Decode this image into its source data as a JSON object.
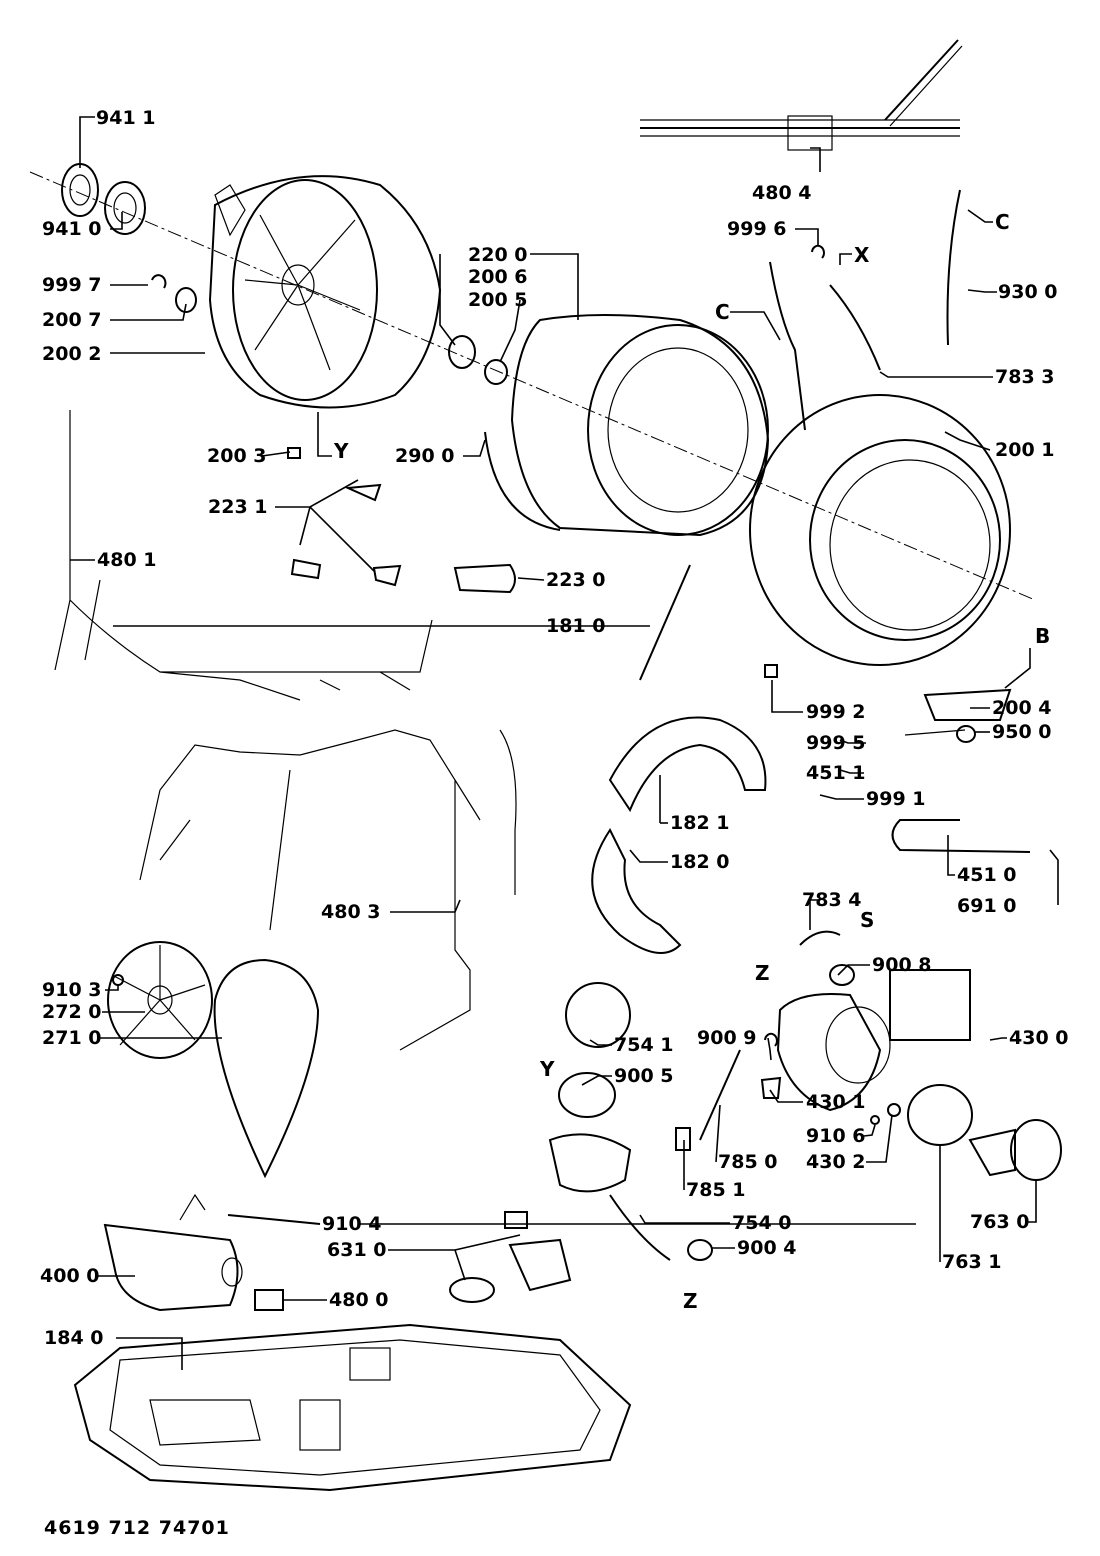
{
  "document_number": "4619 712 74701",
  "callouts": {
    "c9411": "941 1",
    "c9410": "941 0",
    "c9997": "999 7",
    "c2007": "200 7",
    "c2002": "200 2",
    "c2200": "220 0",
    "c2006": "200 6",
    "c2005": "200 5",
    "c2003": "200 3",
    "c2900": "290 0",
    "c2231": "223 1",
    "c2230": "223 0",
    "c4801": "480 1",
    "c1810": "181 0",
    "c4804": "480 4",
    "c9996": "999 6",
    "c9300": "930 0",
    "c7833": "783 3",
    "c2001": "200 1",
    "c2004": "200 4",
    "c9500": "950 0",
    "c9992": "999 2",
    "c9995": "999 5",
    "c4511": "451 1",
    "c9991": "999 1",
    "c1821": "182 1",
    "c1820": "182 0",
    "c4510": "451 0",
    "c6910": "691 0",
    "c4803": "480 3",
    "c7834": "783 4",
    "c9008": "900 8",
    "c4300": "430 0",
    "c9009": "900 9",
    "c9103": "910 3",
    "c2720": "272 0",
    "c2710": "271 0",
    "c7541": "754 1",
    "c9005": "900 5",
    "c4301": "430 1",
    "c7850": "785 0",
    "c9106": "910 6",
    "c7851": "785 1",
    "c4302": "430 2",
    "c7630": "763 0",
    "c7631": "763 1",
    "c9104": "910 4",
    "c6310": "631 0",
    "c7540": "754 0",
    "c9004": "900 4",
    "c4000": "400 0",
    "c4800": "480 0",
    "c1840": "184 0"
  },
  "letters": {
    "y_top": "Y",
    "x_top": "X",
    "c_hose": "C",
    "c_spring": "C",
    "b_letter": "B",
    "s_letter": "S",
    "z_pump": "Z",
    "y_sump": "Y",
    "z_bottom": "Z"
  }
}
